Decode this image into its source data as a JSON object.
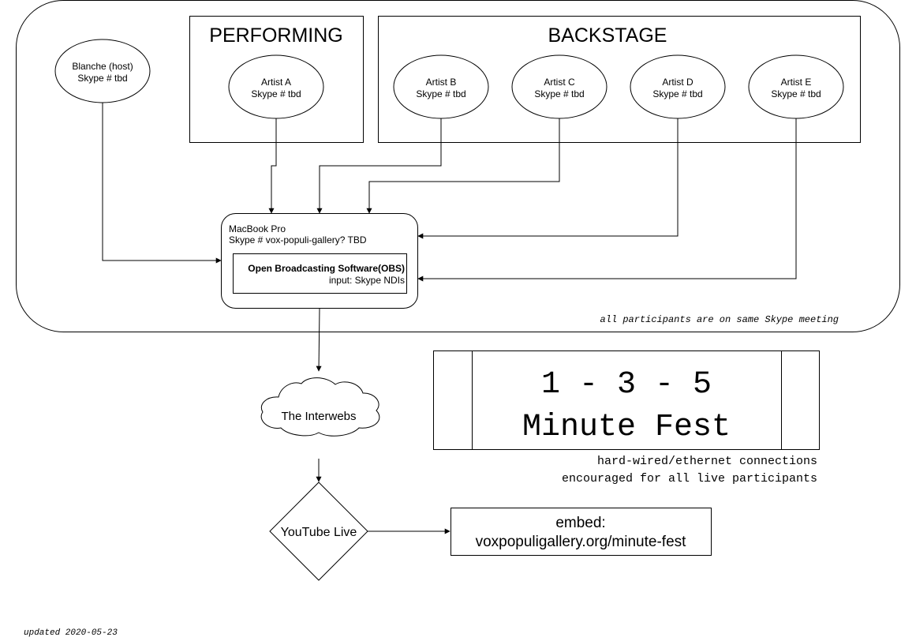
{
  "groups": {
    "performing_title": "PERFORMING",
    "backstage_title": "BACKSTAGE"
  },
  "participants": {
    "host": {
      "name": "Blanche (host)",
      "skype": "Skype # tbd"
    },
    "artist_a": {
      "name": "Artist A",
      "skype": "Skype # tbd"
    },
    "artist_b": {
      "name": "Artist B",
      "skype": "Skype # tbd"
    },
    "artist_c": {
      "name": "Artist C",
      "skype": "Skype # tbd"
    },
    "artist_d": {
      "name": "Artist D",
      "skype": "Skype # tbd"
    },
    "artist_e": {
      "name": "Artist E",
      "skype": "Skype # tbd"
    }
  },
  "macbook": {
    "title": "MacBook Pro",
    "skype": "Skype # vox-populi-gallery? TBD",
    "obs_title": "Open Broadcasting Software(OBS)",
    "obs_input": "input: Skype NDIs"
  },
  "meeting_note": "all participants are on same Skype meeting",
  "internet": "The Interwebs",
  "youtube": "YouTube Live",
  "embed": {
    "line1": "embed:",
    "line2": "voxpopuligallery.org/minute-fest"
  },
  "fest": {
    "line1": "1 - 3 - 5",
    "line2": "Minute Fest"
  },
  "network_note": {
    "line1": "hard-wired/ethernet connections",
    "line2": "encouraged for all live participants"
  },
  "updated": "updated 2020-05-23"
}
